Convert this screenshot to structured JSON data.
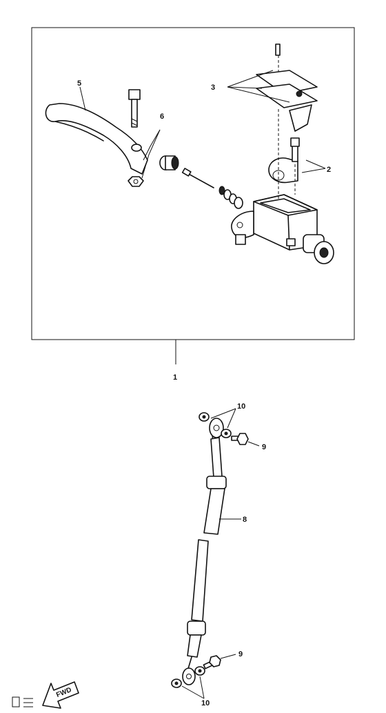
{
  "callouts": [
    {
      "id": "1",
      "text": "1"
    },
    {
      "id": "2",
      "text": "2"
    },
    {
      "id": "3",
      "text": "3"
    },
    {
      "id": "5",
      "text": "5"
    },
    {
      "id": "6",
      "text": "6"
    },
    {
      "id": "8",
      "text": "8"
    },
    {
      "id": "9a",
      "text": "9"
    },
    {
      "id": "9b",
      "text": "9"
    },
    {
      "id": "10a",
      "text": "10"
    },
    {
      "id": "10b",
      "text": "10"
    }
  ],
  "fwd_arrow": {
    "text": "FWD"
  }
}
